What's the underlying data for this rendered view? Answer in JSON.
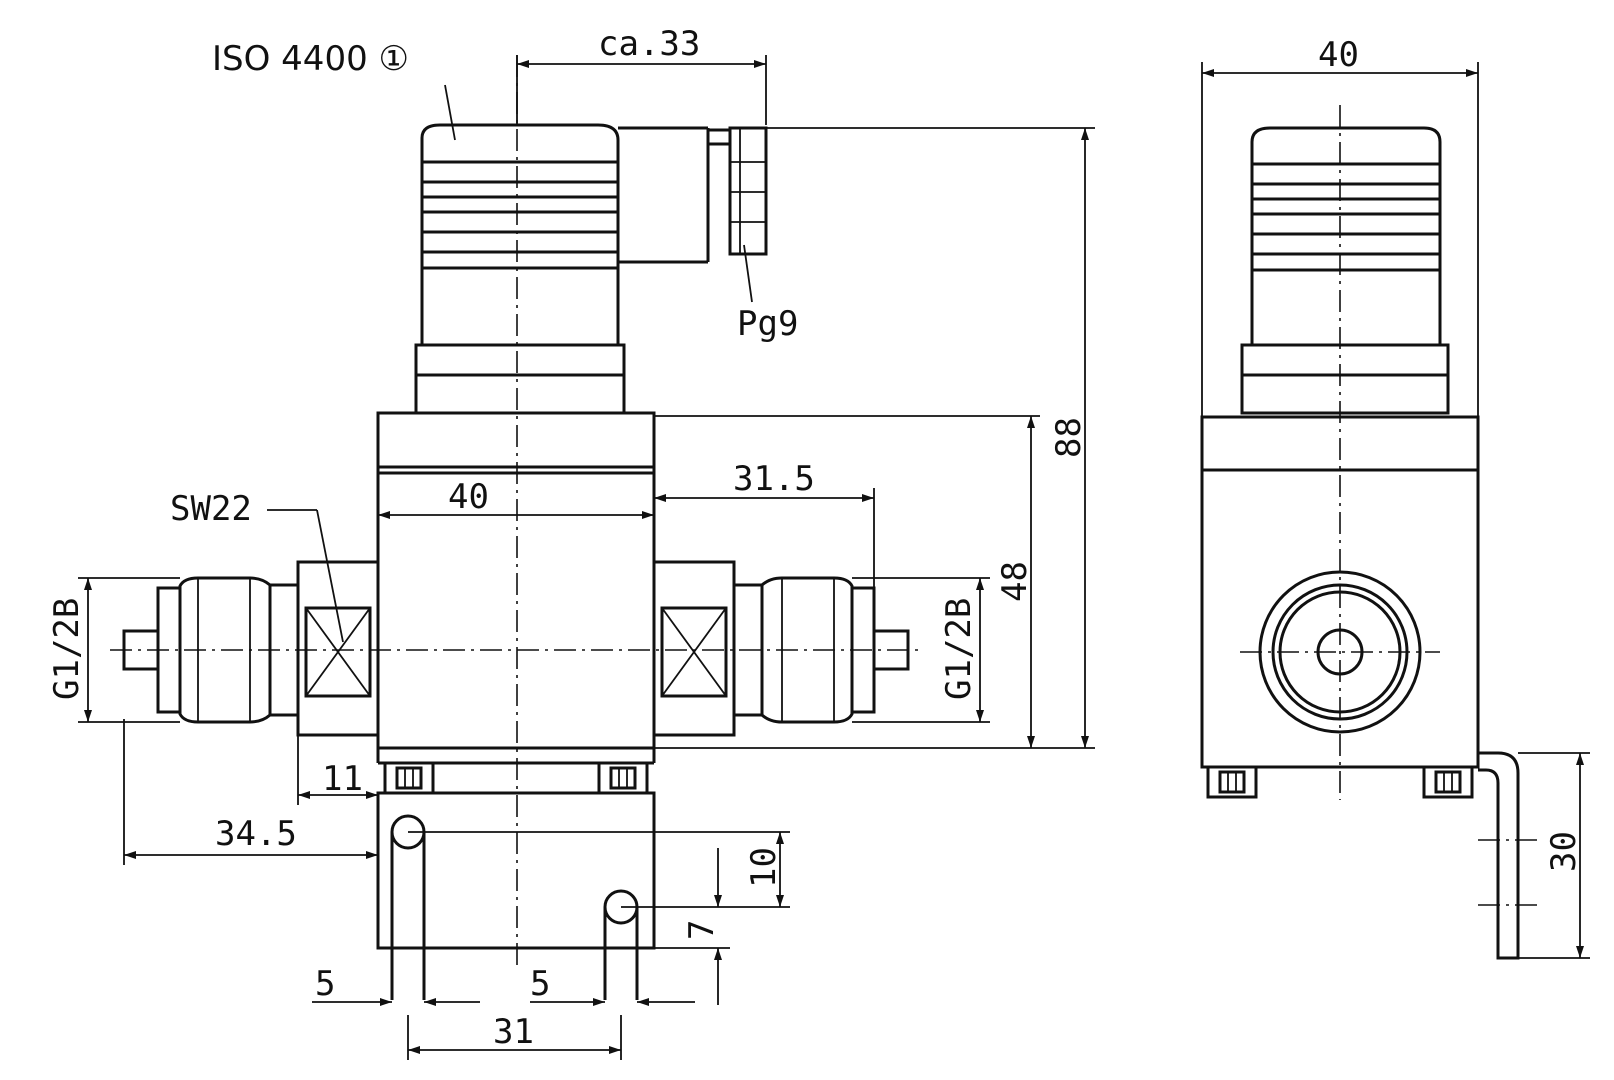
{
  "labels": {
    "iso": "ISO 4400 ①",
    "ca33": "ca.33",
    "pg9": "Pg9",
    "dim88": "88",
    "dim48": "48",
    "dim40_front": "40",
    "dim31_5": "31.5",
    "sw22": "SW22",
    "g12b_left": "G1/2B",
    "g12b_right": "G1/2B",
    "dim11": "11",
    "dim34_5": "34.5",
    "dim10": "10",
    "dim7": "7",
    "dim5_left": "5",
    "dim5_mid": "5",
    "dim31": "31",
    "dim40_side": "40",
    "dim30": "30"
  },
  "colors": {
    "line": "#111111",
    "background": "#ffffff"
  }
}
